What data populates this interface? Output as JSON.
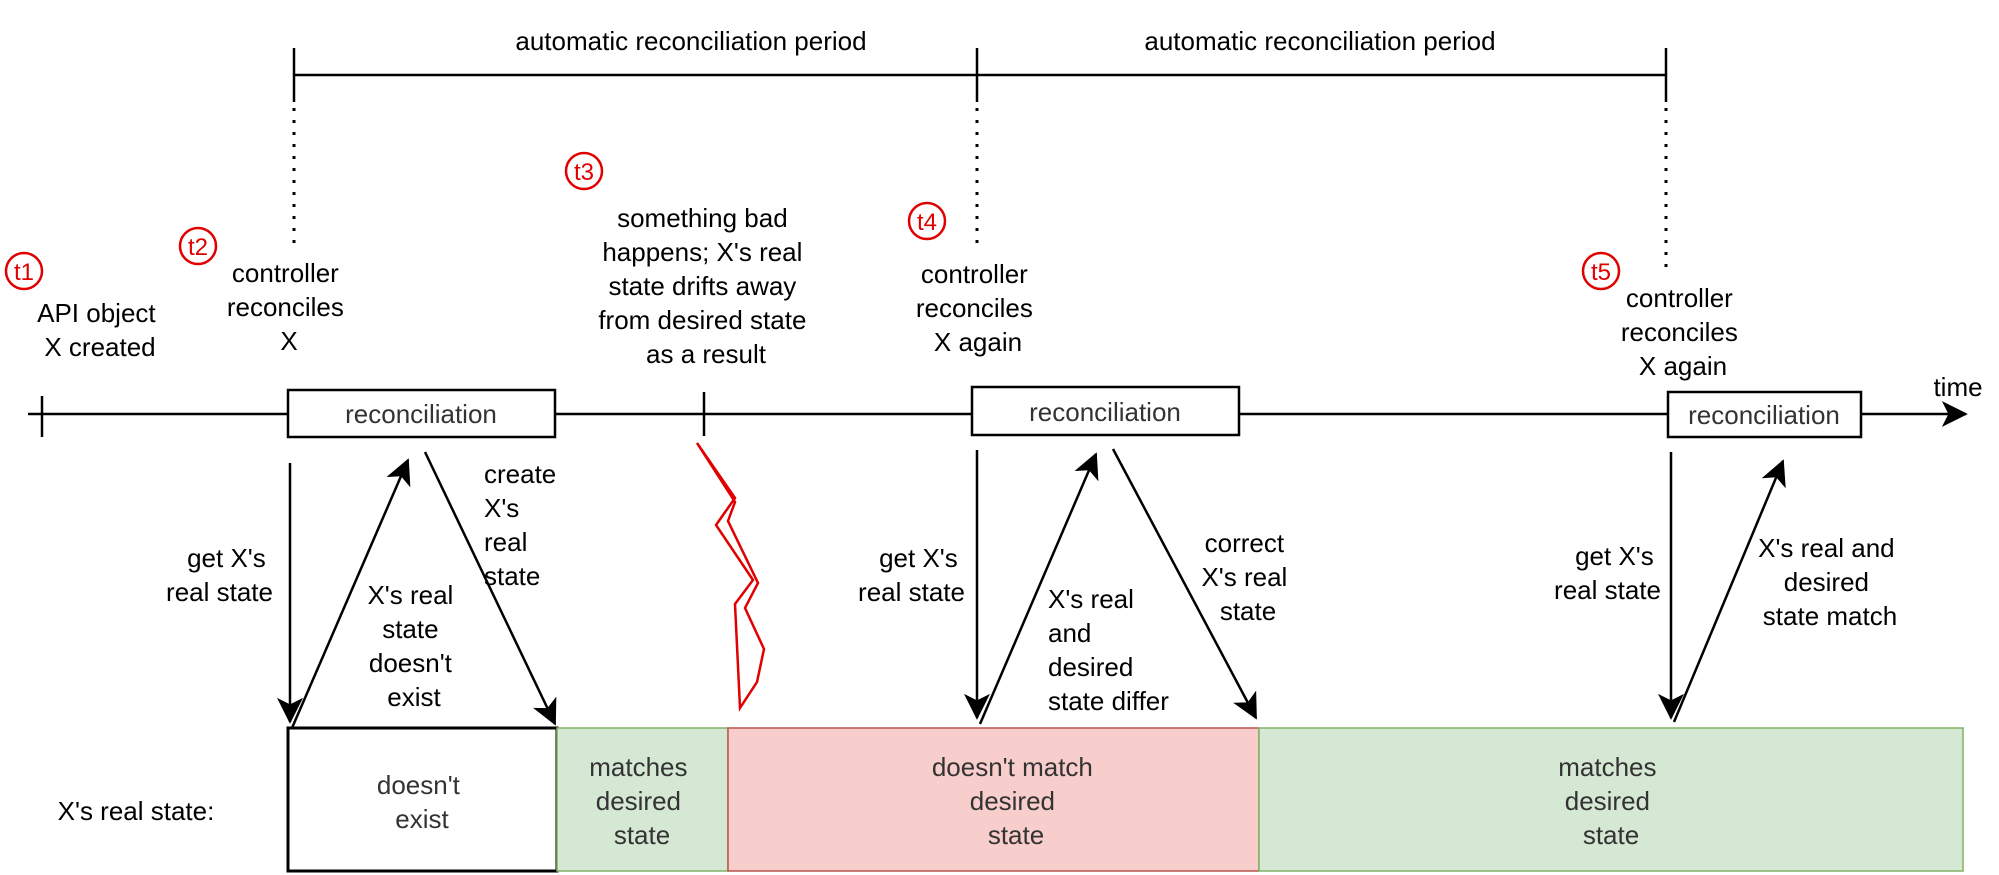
{
  "title": "",
  "periods": [
    {
      "label": "automatic reconciliation period"
    },
    {
      "label": "automatic reconciliation period"
    }
  ],
  "time_markers": [
    {
      "id": "t1",
      "caption": [
        "API object",
        "X created"
      ]
    },
    {
      "id": "t2",
      "caption": [
        "controller",
        "reconciles",
        "X"
      ]
    },
    {
      "id": "t3",
      "caption": [
        "something bad",
        "happens; X's real",
        "state drifts away",
        "from desired state",
        "as a result"
      ]
    },
    {
      "id": "t4",
      "caption": [
        "controller",
        "reconciles",
        "X again"
      ]
    },
    {
      "id": "t5",
      "caption": [
        "controller",
        "reconciles",
        "X again"
      ]
    }
  ],
  "reconciliation_boxes": [
    {
      "label": "reconciliation"
    },
    {
      "label": "reconciliation"
    },
    {
      "label": "reconciliation"
    }
  ],
  "time_label": "time",
  "arrow_labels": {
    "r1_get": [
      "get X's",
      "real state"
    ],
    "r1_return": [
      "X's real",
      "state",
      "doesn't",
      "exist"
    ],
    "r1_action": [
      "create",
      "X's",
      "real",
      "state"
    ],
    "r2_get": [
      "get X's",
      "real state"
    ],
    "r2_return": [
      "X's real",
      "and",
      "desired",
      "state differ"
    ],
    "r2_action": [
      "correct",
      "X's real",
      "state"
    ],
    "r3_get": [
      "get X's",
      "real state"
    ],
    "r3_return": [
      "X's real and",
      "desired",
      "state match"
    ]
  },
  "state_row_label": "X's real state:",
  "state_segments": [
    {
      "lines": [
        "doesn't",
        "exist"
      ],
      "color": "#ffffff"
    },
    {
      "lines": [
        "matches",
        "desired",
        "state"
      ],
      "color": "#d5e8d4"
    },
    {
      "lines": [
        "doesn't match",
        "desired",
        "state"
      ],
      "color": "#f8cecc"
    },
    {
      "lines": [
        "matches",
        "desired",
        "state"
      ],
      "color": "#d5e8d4"
    }
  ],
  "colors": {
    "marker": "#e00000",
    "lightning": "#e00000",
    "match": "#d5e8d4",
    "mismatch": "#f8cecc",
    "match_border": "#82b366",
    "mismatch_border": "#b85450"
  }
}
